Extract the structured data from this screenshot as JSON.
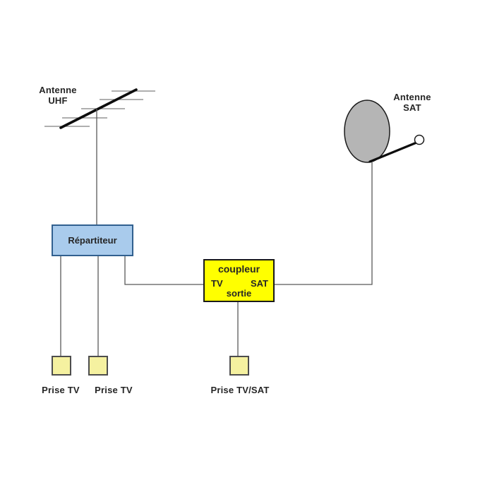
{
  "components": {
    "uhf_antenna": {
      "label": "Antenne\nUHF"
    },
    "sat_antenna": {
      "label": "Antenne\nSAT"
    },
    "splitter": {
      "label": "Répartiteur"
    },
    "coupler": {
      "label": "coupleur",
      "port_tv": "TV",
      "port_sat": "SAT",
      "port_out": "sortie"
    },
    "outlets": [
      {
        "label": "Prise TV"
      },
      {
        "label": "Prise TV"
      },
      {
        "label": "Prise TV/SAT"
      }
    ]
  },
  "colors": {
    "background": "#FFFFFF",
    "splitter_fill": "#A9CBEC",
    "splitter_border": "#31608F",
    "coupler_fill": "#FFFF00",
    "outlet_fill": "#F5F1A0",
    "dish_fill": "#B5B5B5",
    "wire": "#595959",
    "text": "#262626"
  }
}
